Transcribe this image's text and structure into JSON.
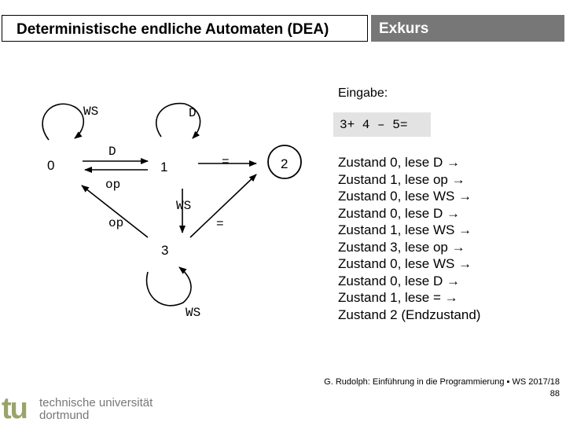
{
  "header": {
    "title": "Deterministische endliche Automaten (DEA)",
    "exkurs": "Exkurs"
  },
  "diagram": {
    "states": {
      "s0": "0",
      "s1": "1",
      "s2": "2",
      "s3": "3"
    },
    "labels": {
      "ws_loop_0": "WS",
      "d_loop_1": "D",
      "d_0_1": "D",
      "op_1_0": "op",
      "eq_1_2": "=",
      "ws_1_3": "WS",
      "op_3_0": "op",
      "eq_3_2": "=",
      "ws_loop_3": "WS"
    }
  },
  "input": {
    "label": "Eingabe:",
    "value": "3+ 4 – 5="
  },
  "trace": [
    "Zustand 0, lese D →",
    "Zustand 1, lese op →",
    "Zustand 0, lese WS →",
    "Zustand 0, lese D →",
    "Zustand 1, lese WS →",
    "Zustand 3, lese op →",
    "Zustand 0, lese WS →",
    "Zustand 0, lese D →",
    "Zustand 1, lese = →",
    "Zustand 2 (Endzustand)"
  ],
  "footer": {
    "citation": "G. Rudolph: Einführung in die Programmierung ▪ WS 2017/18",
    "page": "88",
    "logo_mark": "tu",
    "logo_line1": "technische universität",
    "logo_line2": "dortmund"
  },
  "colors": {
    "exkurs_bg": "#777777",
    "input_bg": "#e3e3e3",
    "logo_green": "#9aa46a"
  }
}
